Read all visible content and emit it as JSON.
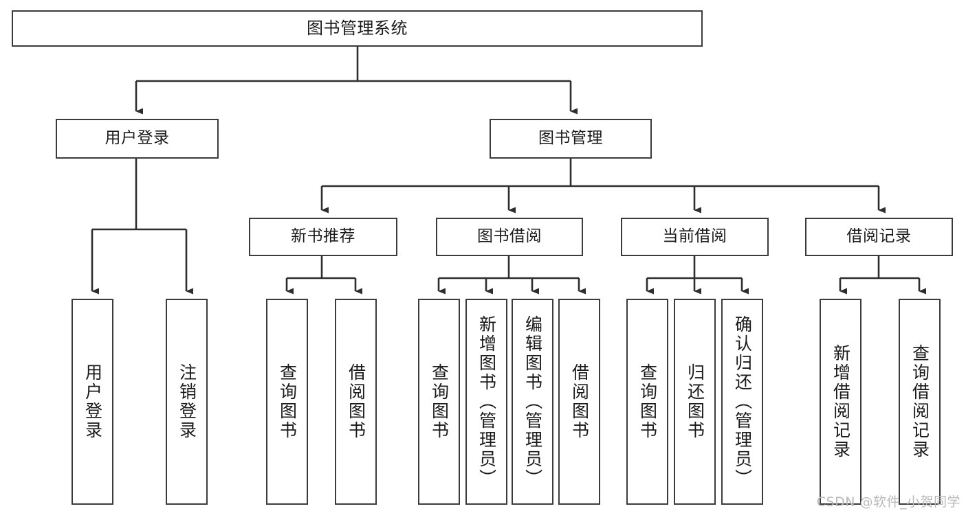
{
  "diagram": {
    "title": "图书管理系统",
    "type": "tree-hierarchy",
    "watermark": "CSDN @软件_小贺同学",
    "levels": {
      "root": {
        "label": "图书管理系统"
      },
      "level2": [
        {
          "label": "用户登录"
        },
        {
          "label": "图书管理"
        }
      ],
      "level3": [
        {
          "label": "新书推荐"
        },
        {
          "label": "图书借阅"
        },
        {
          "label": "当前借阅"
        },
        {
          "label": "借阅记录"
        }
      ],
      "leaves": {
        "user_login": [
          {
            "label": "用户登录"
          },
          {
            "label": "注销登录"
          }
        ],
        "new_book_recommend": [
          {
            "label": "查询图书"
          },
          {
            "label": "借阅图书"
          }
        ],
        "book_borrow": [
          {
            "label": "查询图书"
          },
          {
            "label": "新增图书（管理员）"
          },
          {
            "label": "编辑图书（管理员）"
          },
          {
            "label": "借阅图书"
          }
        ],
        "current_borrow": [
          {
            "label": "查询图书"
          },
          {
            "label": "归还图书"
          },
          {
            "label": "确认归还（管理员）"
          }
        ],
        "borrow_record": [
          {
            "label": "新增借阅记录"
          },
          {
            "label": "查询借阅记录"
          }
        ]
      }
    },
    "colors": {
      "stroke": "#3b3b3b",
      "fill": "#ffffff",
      "text": "#1a1a1a",
      "watermark": "#b9b9b9"
    }
  }
}
